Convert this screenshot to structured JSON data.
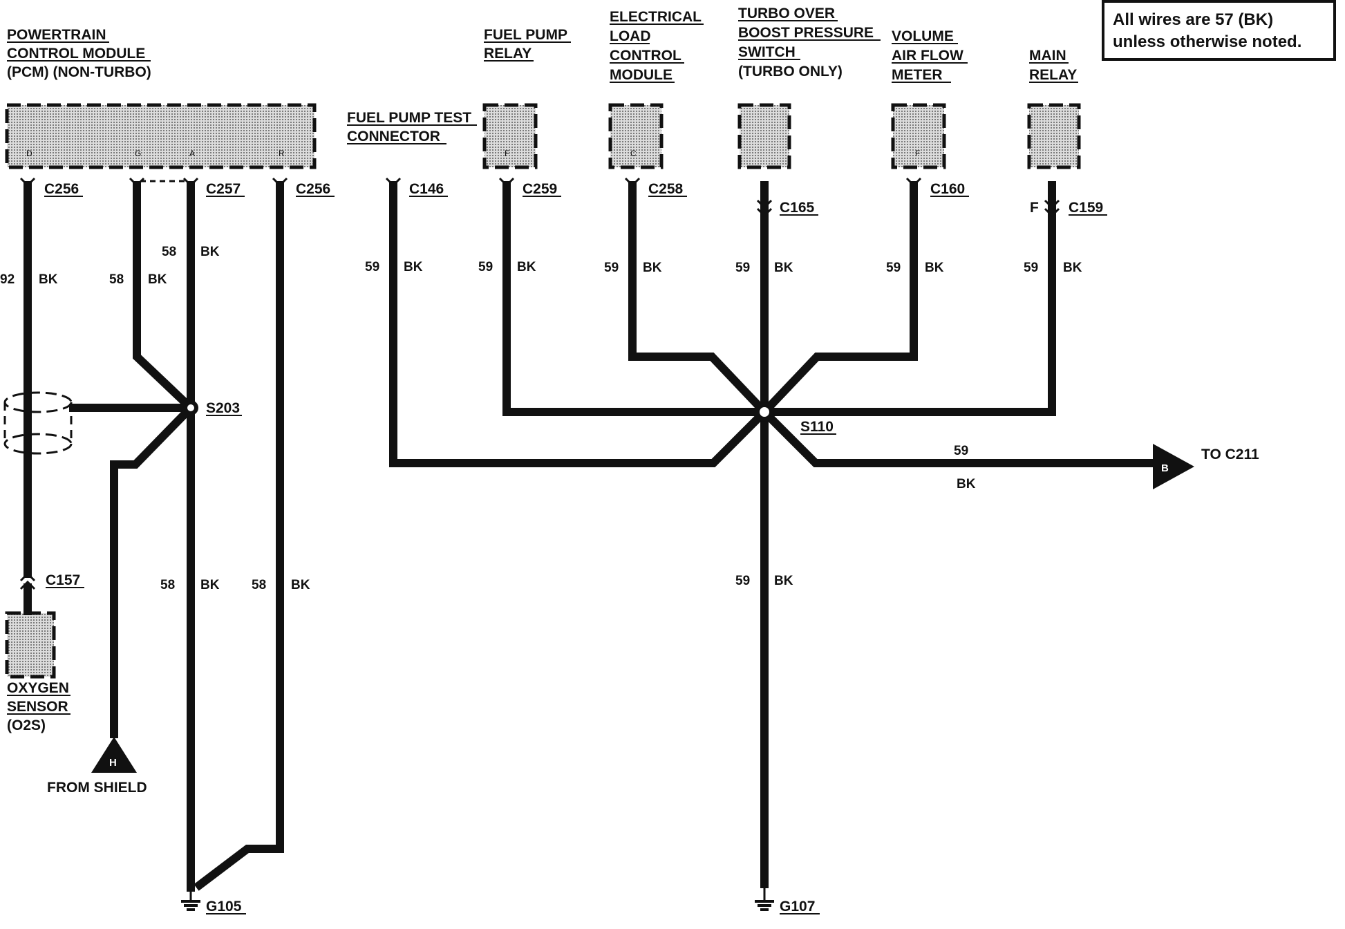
{
  "note": {
    "line1": "All wires are 57 (BK)",
    "line2": "unless otherwise noted."
  },
  "components": {
    "pcm": {
      "lines": [
        "POWERTRAIN",
        "CONTROL MODULE",
        "(PCM) (NON-TURBO)"
      ],
      "pins": [
        "D",
        "G",
        "A",
        "R"
      ]
    },
    "fuel_pump_test": {
      "lines": [
        "FUEL PUMP TEST",
        "CONNECTOR"
      ]
    },
    "fuel_pump_relay": {
      "lines": [
        "FUEL PUMP",
        "RELAY"
      ],
      "pin": "F"
    },
    "elcm": {
      "lines": [
        "ELECTRICAL",
        "LOAD",
        "CONTROL",
        "MODULE"
      ],
      "pin": "C"
    },
    "turbo_switch": {
      "lines": [
        "TURBO OVER",
        "BOOST PRESSURE",
        "SWITCH",
        "(TURBO ONLY)"
      ]
    },
    "vaf": {
      "lines": [
        "VOLUME",
        "AIR FLOW",
        "METER"
      ],
      "pin": "F"
    },
    "main_relay": {
      "lines": [
        "MAIN",
        "RELAY"
      ]
    },
    "o2s": {
      "lines": [
        "OXYGEN",
        "SENSOR",
        "(O2S)"
      ]
    }
  },
  "connectors": {
    "c256_left": "C256",
    "c257": "C257",
    "c256_right": "C256",
    "c146": "C146",
    "c259": "C259",
    "c258": "C258",
    "c165": "C165",
    "c160": "C160",
    "c159": "C159",
    "c159_pin": "F",
    "c157": "C157"
  },
  "splices": {
    "s203": "S203",
    "s110": "S110"
  },
  "grounds": {
    "g105": "G105",
    "g107": "G107"
  },
  "wire_labels": {
    "w92": {
      "num": "92",
      "color": "BK"
    },
    "w58_g": {
      "num": "58",
      "color": "BK"
    },
    "w58_a_top": {
      "num": "58",
      "color": "BK"
    },
    "w58_a_bottom": {
      "num": "58",
      "color": "BK"
    },
    "w58_r": {
      "num": "58",
      "color": "BK"
    },
    "w59_c146": {
      "num": "59",
      "color": "BK"
    },
    "w59_c259": {
      "num": "59",
      "color": "BK"
    },
    "w59_c258": {
      "num": "59",
      "color": "BK"
    },
    "w59_c165": {
      "num": "59",
      "color": "BK"
    },
    "w59_c160": {
      "num": "59",
      "color": "BK"
    },
    "w59_c159": {
      "num": "59",
      "color": "BK"
    },
    "w59_out": {
      "num": "59",
      "color": "BK"
    },
    "w59_g107": {
      "num": "59",
      "color": "BK"
    }
  },
  "offpage": {
    "b": {
      "letter": "B",
      "label": "TO C211"
    },
    "h": {
      "letter": "H",
      "label": "FROM SHIELD"
    }
  }
}
